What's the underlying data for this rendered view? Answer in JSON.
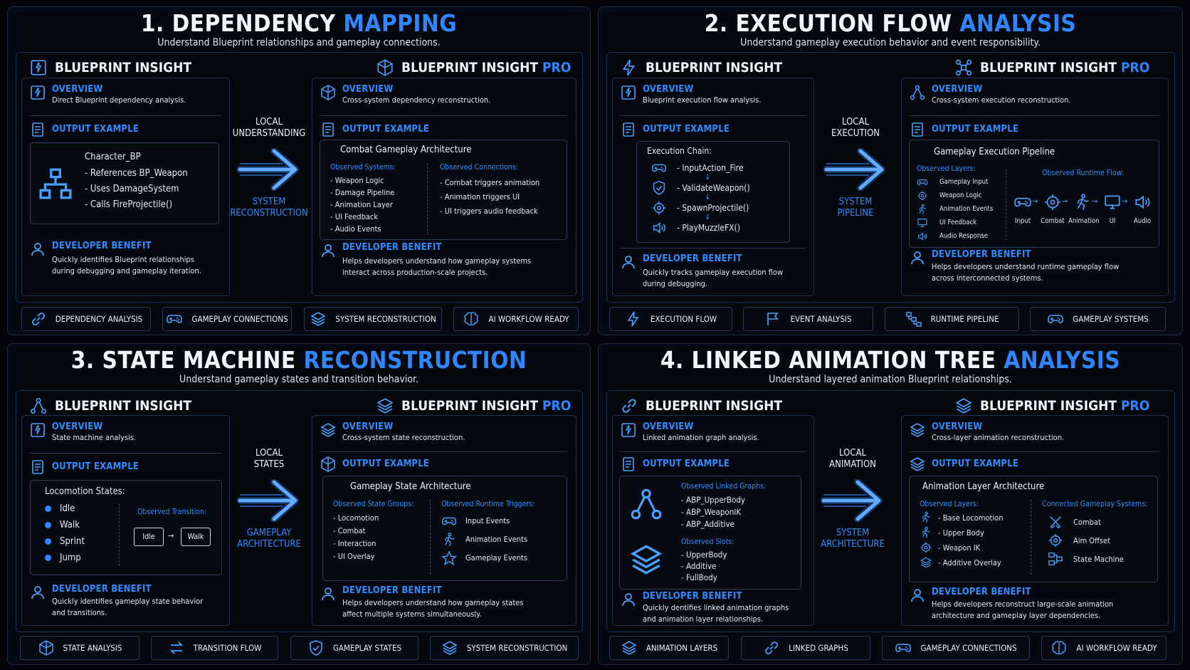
{
  "q1": {
    "title_a": "1. DEPENDENCY ",
    "title_b": "MAPPING",
    "subtitle": "Understand Blueprint relationships and gameplay connections.",
    "left": {
      "name": "BLUEPRINT INSIGHT",
      "ov_h": "OVERVIEW",
      "ov_t": "Direct Blueprint dependency analysis.",
      "out_h": "OUTPUT EXAMPLE",
      "ex_title": "Character_BP",
      "ex_items": [
        "- References BP_Weapon",
        "- Uses DamageSystem",
        "- Calls FireProjectile()"
      ],
      "dev_h": "DEVELOPER BENEFIT",
      "dev_t1": "Quickly identifies Blueprint relationships",
      "dev_t2": "during debugging and gameplay iteration."
    },
    "arrow": {
      "top1": "LOCAL",
      "top2": "UNDERSTANDING",
      "bot1": "SYSTEM",
      "bot2": "RECONSTRUCTION"
    },
    "right": {
      "name_a": "BLUEPRINT INSIGHT ",
      "name_b": "PRO",
      "ov_h": "OVERVIEW",
      "ov_t": "Cross-system dependency reconstruction.",
      "out_h": "OUTPUT EXAMPLE",
      "ex_title": "Combat Gameplay Architecture",
      "c1_h": "Observed Systems:",
      "c1": [
        "- Weapon Logic",
        "- Damage Pipeline",
        "- Animation Layer",
        "- UI Feedback",
        "- Audio Events"
      ],
      "c2_h": "Observed Connections:",
      "c2": [
        "- Combat triggers animation",
        "- Animation triggers UI",
        "- UI triggers audio feedback"
      ],
      "dev_h": "DEVELOPER BENEFIT",
      "dev_t1": "Helps developers understand how gameplay systems",
      "dev_t2": "interact across production-scale projects."
    },
    "chips": [
      "DEPENDENCY ANALYSIS",
      "GAMEPLAY CONNECTIONS",
      "SYSTEM RECONSTRUCTION",
      "AI WORKFLOW READY"
    ]
  },
  "q2": {
    "title_a": "2. EXECUTION FLOW ",
    "title_b": "ANALYSIS",
    "subtitle": "Understand gameplay execution behavior and event responsibility.",
    "left": {
      "name": "BLUEPRINT INSIGHT",
      "ov_h": "OVERVIEW",
      "ov_t": "Blueprint execution flow analysis.",
      "out_h": "OUTPUT EXAMPLE",
      "ex_title": "Execution Chain:",
      "ex_items": [
        "- InputAction_Fire",
        "- ValidateWeapon()",
        "- SpawnProjectile()",
        "- PlayMuzzleFX()"
      ],
      "dev_h": "DEVELOPER BENEFIT",
      "dev_t1": "Quickly tracks gameplay execution flow",
      "dev_t2": "during debugging."
    },
    "arrow": {
      "top1": "LOCAL",
      "top2": "EXECUTION",
      "bot1": "SYSTEM",
      "bot2": "PIPELINE"
    },
    "right": {
      "name_a": "BLUEPRINT INSIGHT ",
      "name_b": "PRO",
      "ov_h": "OVERVIEW",
      "ov_t": "Cross-system execution reconstruction.",
      "out_h": "OUTPUT EXAMPLE",
      "ex_title": "Gameplay Execution Pipeline",
      "c1_h": "Observed Layers:",
      "c1": [
        "Gameplay Input",
        "Weapon Logic",
        "Animation Events",
        "UI Feedback",
        "Audio Response"
      ],
      "c2_h": "Observed Runtime Flow:",
      "flow": [
        "Input",
        "Combat",
        "Animation",
        "UI",
        "Audio"
      ],
      "dev_h": "DEVELOPER BENEFIT",
      "dev_t1": "Helps developers understand runtime gameplay flow",
      "dev_t2": "across interconnected systems."
    },
    "chips": [
      "EXECUTION FLOW",
      "EVENT ANALYSIS",
      "RUNTIME PIPELINE",
      "GAMEPLAY SYSTEMS"
    ]
  },
  "q3": {
    "title_a": "3. STATE MACHINE ",
    "title_b": "RECONSTRUCTION",
    "subtitle": "Understand gameplay states and transition behavior.",
    "left": {
      "name": "BLUEPRINT INSIGHT",
      "ov_h": "OVERVIEW",
      "ov_t": "State machine analysis.",
      "out_h": "OUTPUT EXAMPLE",
      "ex_title": "Locomotion States:",
      "ex_items": [
        "Idle",
        "Walk",
        "Sprint",
        "Jump"
      ],
      "trans_h": "Observed Transition:",
      "t_from": "Idle",
      "t_to": "Walk",
      "dev_h": "DEVELOPER BENEFIT",
      "dev_t1": "Quickly identifies gameplay state behavior",
      "dev_t2": "and transitions."
    },
    "arrow": {
      "top1": "LOCAL",
      "top2": "STATES",
      "bot1": "GAMEPLAY",
      "bot2": "ARCHITECTURE"
    },
    "right": {
      "name_a": "BLUEPRINT INSIGHT ",
      "name_b": "PRO",
      "ov_h": "OVERVIEW",
      "ov_t": "Cross-system state reconstruction.",
      "out_h": "OUTPUT EXAMPLE",
      "ex_title": "Gameplay State Architecture",
      "c1_h": "Observed State Groups:",
      "c1": [
        "- Locomotion",
        "- Combat",
        "- Interaction",
        "- UI Overlay"
      ],
      "c2_h": "Observed Runtime Triggers:",
      "c2": [
        "Input Events",
        "Animation Events",
        "Gameplay Events"
      ],
      "dev_h": "DEVELOPER BENEFIT",
      "dev_t1": "Helps developers understand how gameplay states",
      "dev_t2": "affect multiple systems simultaneously."
    },
    "chips": [
      "STATE ANALYSIS",
      "TRANSITION FLOW",
      "GAMEPLAY STATES",
      "SYSTEM RECONSTRUCTION"
    ]
  },
  "q4": {
    "title_a": "4. LINKED ANIMATION TREE ",
    "title_b": "ANALYSIS",
    "subtitle": "Understand layered animation Blueprint relationships.",
    "left": {
      "name": "BLUEPRINT INSIGHT",
      "ov_h": "OVERVIEW",
      "ov_t": "Linked animation graph analysis.",
      "out_h": "OUTPUT EXAMPLE",
      "g_h": "Observed Linked Graphs:",
      "g": [
        "- ABP_UpperBody",
        "- ABP_WeaponIK",
        "- ABP_Additive"
      ],
      "s_h": "Observed Slots:",
      "s": [
        "- UpperBody",
        "- Additive",
        "- FullBody"
      ],
      "dev_h": "DEVELOPER BENEFIT",
      "dev_t1": "Quickly dentifies linked animation graphs",
      "dev_t2": "and animation layer relationships."
    },
    "arrow": {
      "top1": "LOCAL",
      "top2": "ANIMATION",
      "bot1": "SYSTEM",
      "bot2": "ARCHITECTURE"
    },
    "right": {
      "name_a": "BLUEPRINT INSIGHT ",
      "name_b": "PRO",
      "ov_h": "OVERVIEW",
      "ov_t": "Cross-layer animation reconstruction.",
      "out_h": "OUTPUT EXAMPLE",
      "ex_title": "Animation Layer Architecture",
      "c1_h": "Observed Layers:",
      "c1": [
        "- Base Locomotion",
        "- Upper Body",
        "- Weapon IK",
        "- Additive Overlay"
      ],
      "c2_h": "Connected Gameplay Systems:",
      "c2": [
        "Combat",
        "Aim Offset",
        "State Machine"
      ],
      "dev_h": "DEVELOPER BENEFIT",
      "dev_t1": "Helps developers reconstruct large-scale animation",
      "dev_t2": "architecture and gameplay layer dependencies."
    },
    "chips": [
      "ANIMATION LAYERS",
      "LINKED GRAPHS",
      "GAMEPLAY CONNECTIONS",
      "AI WORKFLOW READY"
    ]
  }
}
